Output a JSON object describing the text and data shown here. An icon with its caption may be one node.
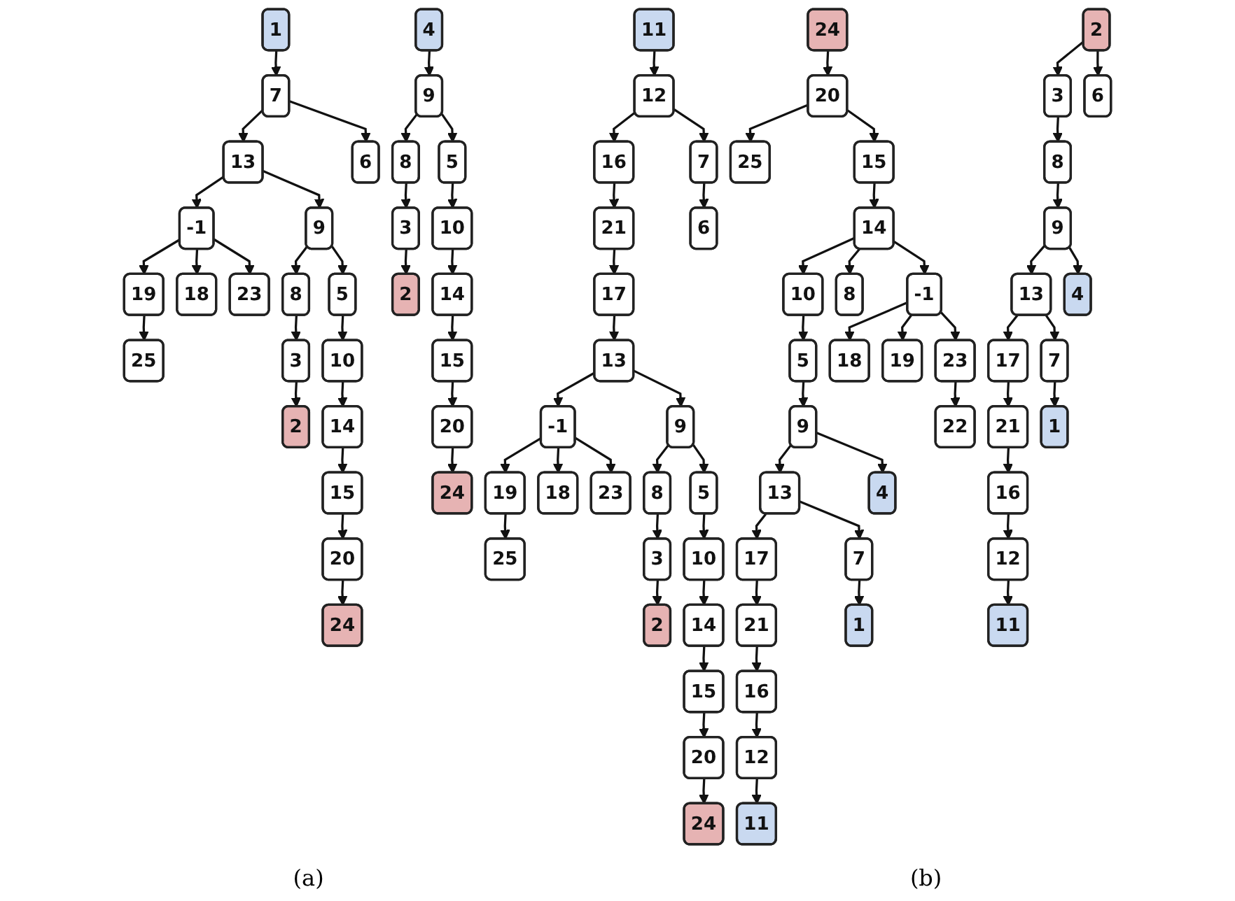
{
  "diagram": {
    "nodes": [
      {
        "text": [
          "1"
        ]
      },
      {
        "text": [
          "7"
        ]
      },
      {
        "text": [
          "13"
        ]
      },
      {
        "text": [
          "6"
        ]
      },
      {
        "text": [
          "-1"
        ]
      },
      {
        "text": [
          "9"
        ]
      },
      {
        "text": [
          "19"
        ]
      },
      {
        "text": [
          "18"
        ]
      },
      {
        "text": [
          "23"
        ]
      },
      {
        "text": [
          "8"
        ]
      },
      {
        "text": [
          "5"
        ]
      },
      {
        "text": [
          "25"
        ]
      },
      {
        "text": [
          "3"
        ]
      },
      {
        "text": [
          "10"
        ]
      },
      {
        "text": [
          "2"
        ]
      },
      {
        "text": [
          "14"
        ]
      },
      {
        "text": [
          "15"
        ]
      },
      {
        "text": [
          "20"
        ]
      },
      {
        "text": [
          "24"
        ]
      },
      {
        "text": [
          "4"
        ]
      },
      {
        "text": [
          "9"
        ]
      },
      {
        "text": [
          "8"
        ]
      },
      {
        "text": [
          "5"
        ]
      },
      {
        "text": [
          "3"
        ]
      },
      {
        "text": [
          "10"
        ]
      },
      {
        "text": [
          "2"
        ]
      },
      {
        "text": [
          "14"
        ]
      },
      {
        "text": [
          "15"
        ]
      },
      {
        "text": [
          "20"
        ]
      },
      {
        "text": [
          "24"
        ]
      },
      {
        "text": [
          "11"
        ]
      },
      {
        "text": [
          "12"
        ]
      },
      {
        "text": [
          "16"
        ]
      },
      {
        "text": [
          "7"
        ]
      },
      {
        "text": [
          "21"
        ]
      },
      {
        "text": [
          "6"
        ]
      },
      {
        "text": [
          "17"
        ]
      },
      {
        "text": [
          "13"
        ]
      },
      {
        "text": [
          "-1"
        ]
      },
      {
        "text": [
          "9"
        ]
      },
      {
        "text": [
          "19"
        ]
      },
      {
        "text": [
          "18"
        ]
      },
      {
        "text": [
          "23"
        ]
      },
      {
        "text": [
          "8"
        ]
      },
      {
        "text": [
          "5"
        ]
      },
      {
        "text": [
          "25"
        ]
      },
      {
        "text": [
          "3"
        ]
      },
      {
        "text": [
          "10"
        ]
      },
      {
        "text": [
          "2"
        ]
      },
      {
        "text": [
          "14"
        ]
      },
      {
        "text": [
          "15"
        ]
      },
      {
        "text": [
          "20"
        ]
      },
      {
        "text": [
          "24"
        ]
      },
      {
        "text": [
          "24"
        ]
      },
      {
        "text": [
          "20"
        ]
      },
      {
        "text": [
          "25"
        ]
      },
      {
        "text": [
          "15"
        ]
      },
      {
        "text": [
          "14"
        ]
      },
      {
        "text": [
          "10"
        ]
      },
      {
        "text": [
          "8"
        ]
      },
      {
        "text": [
          "-1"
        ]
      },
      {
        "text": [
          "5"
        ]
      },
      {
        "text": [
          "18"
        ]
      },
      {
        "text": [
          "19"
        ]
      },
      {
        "text": [
          "23"
        ]
      },
      {
        "text": [
          "9"
        ]
      },
      {
        "text": [
          "22"
        ]
      },
      {
        "text": [
          "13"
        ]
      },
      {
        "text": [
          "4"
        ]
      },
      {
        "text": [
          "17"
        ]
      },
      {
        "text": [
          "7"
        ]
      },
      {
        "text": [
          "21"
        ]
      },
      {
        "text": [
          "1"
        ]
      },
      {
        "text": [
          "16"
        ]
      },
      {
        "text": [
          "12"
        ]
      },
      {
        "text": [
          "11"
        ]
      },
      {
        "text": [
          "2"
        ]
      },
      {
        "text": [
          "3"
        ]
      },
      {
        "text": [
          "6"
        ]
      },
      {
        "text": [
          "8"
        ]
      },
      {
        "text": [
          "9"
        ]
      },
      {
        "text": [
          "13"
        ]
      },
      {
        "text": [
          "4"
        ]
      },
      {
        "text": [
          "17"
        ]
      },
      {
        "text": [
          "7"
        ]
      },
      {
        "text": [
          "21"
        ]
      },
      {
        "text": [
          "1"
        ]
      },
      {
        "text": [
          "16"
        ]
      },
      {
        "text": [
          "12"
        ]
      },
      {
        "text": [
          "11"
        ]
      }
    ],
    "edges": [
      {
        "from": 0,
        "to": 1,
        "arrow": "to"
      },
      {
        "from": 1,
        "to": 2,
        "arrow": "to"
      },
      {
        "from": 1,
        "to": 3,
        "arrow": "to"
      },
      {
        "from": 2,
        "to": 4,
        "arrow": "to"
      },
      {
        "from": 2,
        "to": 5,
        "arrow": "to"
      },
      {
        "from": 4,
        "to": 6,
        "arrow": "to"
      },
      {
        "from": 4,
        "to": 7,
        "arrow": "to"
      },
      {
        "from": 4,
        "to": 8,
        "arrow": "to"
      },
      {
        "from": 5,
        "to": 9,
        "arrow": "to"
      },
      {
        "from": 5,
        "to": 10,
        "arrow": "to"
      },
      {
        "from": 6,
        "to": 11,
        "arrow": "to"
      },
      {
        "from": 9,
        "to": 12,
        "arrow": "to"
      },
      {
        "from": 10,
        "to": 13,
        "arrow": "to"
      },
      {
        "from": 12,
        "to": 14,
        "arrow": "to"
      },
      {
        "from": 13,
        "to": 15,
        "arrow": "to"
      },
      {
        "from": 15,
        "to": 16,
        "arrow": "to"
      },
      {
        "from": 16,
        "to": 17,
        "arrow": "to"
      },
      {
        "from": 17,
        "to": 18,
        "arrow": "to"
      },
      {
        "from": 19,
        "to": 20,
        "arrow": "to"
      },
      {
        "from": 20,
        "to": 21,
        "arrow": "to"
      },
      {
        "from": 20,
        "to": 22,
        "arrow": "to"
      },
      {
        "from": 21,
        "to": 23,
        "arrow": "to"
      },
      {
        "from": 22,
        "to": 24,
        "arrow": "to"
      },
      {
        "from": 23,
        "to": 25,
        "arrow": "to"
      },
      {
        "from": 24,
        "to": 26,
        "arrow": "to"
      },
      {
        "from": 26,
        "to": 27,
        "arrow": "to"
      },
      {
        "from": 27,
        "to": 28,
        "arrow": "to"
      },
      {
        "from": 28,
        "to": 29,
        "arrow": "to"
      },
      {
        "from": 30,
        "to": 31,
        "arrow": "to"
      },
      {
        "from": 31,
        "to": 32,
        "arrow": "to"
      },
      {
        "from": 31,
        "to": 33,
        "arrow": "to"
      },
      {
        "from": 32,
        "to": 34,
        "arrow": "to"
      },
      {
        "from": 33,
        "to": 35,
        "arrow": "to"
      },
      {
        "from": 34,
        "to": 36,
        "arrow": "to"
      },
      {
        "from": 36,
        "to": 37,
        "arrow": "to"
      },
      {
        "from": 37,
        "to": 38,
        "arrow": "to"
      },
      {
        "from": 37,
        "to": 39,
        "arrow": "to"
      },
      {
        "from": 38,
        "to": 40,
        "arrow": "to"
      },
      {
        "from": 38,
        "to": 41,
        "arrow": "to"
      },
      {
        "from": 38,
        "to": 42,
        "arrow": "to"
      },
      {
        "from": 39,
        "to": 43,
        "arrow": "to"
      },
      {
        "from": 39,
        "to": 44,
        "arrow": "to"
      },
      {
        "from": 40,
        "to": 45,
        "arrow": "to"
      },
      {
        "from": 43,
        "to": 46,
        "arrow": "to"
      },
      {
        "from": 44,
        "to": 47,
        "arrow": "to"
      },
      {
        "from": 46,
        "to": 48,
        "arrow": "to"
      },
      {
        "from": 47,
        "to": 49,
        "arrow": "to"
      },
      {
        "from": 49,
        "to": 50,
        "arrow": "to"
      },
      {
        "from": 50,
        "to": 51,
        "arrow": "to"
      },
      {
        "from": 51,
        "to": 52,
        "arrow": "to"
      },
      {
        "from": 53,
        "to": 54,
        "arrow": "to"
      },
      {
        "from": 54,
        "to": 55,
        "arrow": "to"
      },
      {
        "from": 54,
        "to": 56,
        "arrow": "to"
      },
      {
        "from": 56,
        "to": 57,
        "arrow": "to"
      },
      {
        "from": 57,
        "to": 58,
        "arrow": "to"
      },
      {
        "from": 57,
        "to": 59,
        "arrow": "to"
      },
      {
        "from": 57,
        "to": 60,
        "arrow": "to"
      },
      {
        "from": 58,
        "to": 61,
        "arrow": "to"
      },
      {
        "from": 60,
        "to": 62,
        "arrow": "to"
      },
      {
        "from": 60,
        "to": 63,
        "arrow": "to"
      },
      {
        "from": 60,
        "to": 64,
        "arrow": "to"
      },
      {
        "from": 61,
        "to": 65,
        "arrow": "to"
      },
      {
        "from": 64,
        "to": 66,
        "arrow": "to"
      },
      {
        "from": 65,
        "to": 67,
        "arrow": "to"
      },
      {
        "from": 65,
        "to": 68,
        "arrow": "to"
      },
      {
        "from": 67,
        "to": 69,
        "arrow": "to"
      },
      {
        "from": 67,
        "to": 70,
        "arrow": "to"
      },
      {
        "from": 69,
        "to": 71,
        "arrow": "to"
      },
      {
        "from": 70,
        "to": 72,
        "arrow": "to"
      },
      {
        "from": 71,
        "to": 73,
        "arrow": "to"
      },
      {
        "from": 73,
        "to": 74,
        "arrow": "to"
      },
      {
        "from": 74,
        "to": 75,
        "arrow": "to"
      },
      {
        "from": 76,
        "to": 77,
        "arrow": "to"
      },
      {
        "from": 76,
        "to": 78,
        "arrow": "to"
      },
      {
        "from": 77,
        "to": 79,
        "arrow": "to"
      },
      {
        "from": 79,
        "to": 80,
        "arrow": "to"
      },
      {
        "from": 80,
        "to": 81,
        "arrow": "to"
      },
      {
        "from": 80,
        "to": 82,
        "arrow": "to"
      },
      {
        "from": 81,
        "to": 83,
        "arrow": "to"
      },
      {
        "from": 81,
        "to": 84,
        "arrow": "to"
      },
      {
        "from": 83,
        "to": 85,
        "arrow": "to"
      },
      {
        "from": 84,
        "to": 86,
        "arrow": "to"
      },
      {
        "from": 85,
        "to": 87,
        "arrow": "to"
      },
      {
        "from": 87,
        "to": 88,
        "arrow": "to"
      },
      {
        "from": 88,
        "to": 89,
        "arrow": "to"
      }
    ],
    "labels": [
      "(a)",
      "(b)"
    ]
  }
}
